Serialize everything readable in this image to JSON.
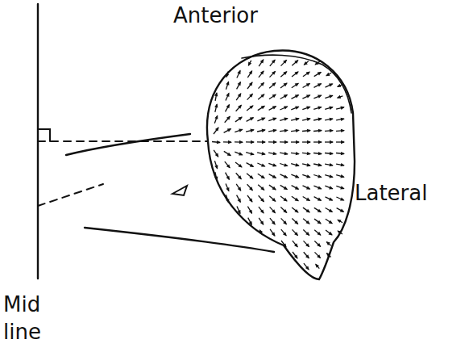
{
  "diagram": {
    "labels": [
      "Anterior",
      "Lateral",
      "Mid line"
    ]
  }
}
